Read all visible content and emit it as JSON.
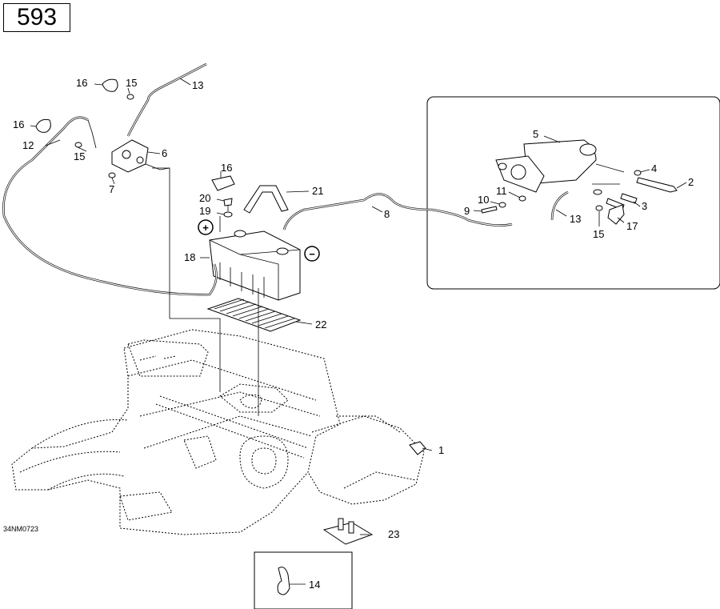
{
  "page_number": "593",
  "reference_code": "34NM0723",
  "polarity": {
    "positive": "+",
    "negative": "−"
  },
  "callouts": [
    {
      "id": "c1",
      "label": "1"
    },
    {
      "id": "c2",
      "label": "2"
    },
    {
      "id": "c3",
      "label": "3"
    },
    {
      "id": "c4",
      "label": "4"
    },
    {
      "id": "c5",
      "label": "5"
    },
    {
      "id": "c6",
      "label": "6"
    },
    {
      "id": "c7",
      "label": "7"
    },
    {
      "id": "c8",
      "label": "8"
    },
    {
      "id": "c9",
      "label": "9"
    },
    {
      "id": "c10",
      "label": "10"
    },
    {
      "id": "c11",
      "label": "11"
    },
    {
      "id": "c12",
      "label": "12"
    },
    {
      "id": "c13a",
      "label": "13"
    },
    {
      "id": "c13b",
      "label": "13"
    },
    {
      "id": "c14",
      "label": "14"
    },
    {
      "id": "c15a",
      "label": "15"
    },
    {
      "id": "c15b",
      "label": "15"
    },
    {
      "id": "c15c",
      "label": "15"
    },
    {
      "id": "c16a",
      "label": "16"
    },
    {
      "id": "c16b",
      "label": "16"
    },
    {
      "id": "c16c",
      "label": "16"
    },
    {
      "id": "c17",
      "label": "17"
    },
    {
      "id": "c18",
      "label": "18"
    },
    {
      "id": "c19",
      "label": "19"
    },
    {
      "id": "c20",
      "label": "20"
    },
    {
      "id": "c21",
      "label": "21"
    },
    {
      "id": "c22",
      "label": "22"
    },
    {
      "id": "c23",
      "label": "23"
    }
  ]
}
